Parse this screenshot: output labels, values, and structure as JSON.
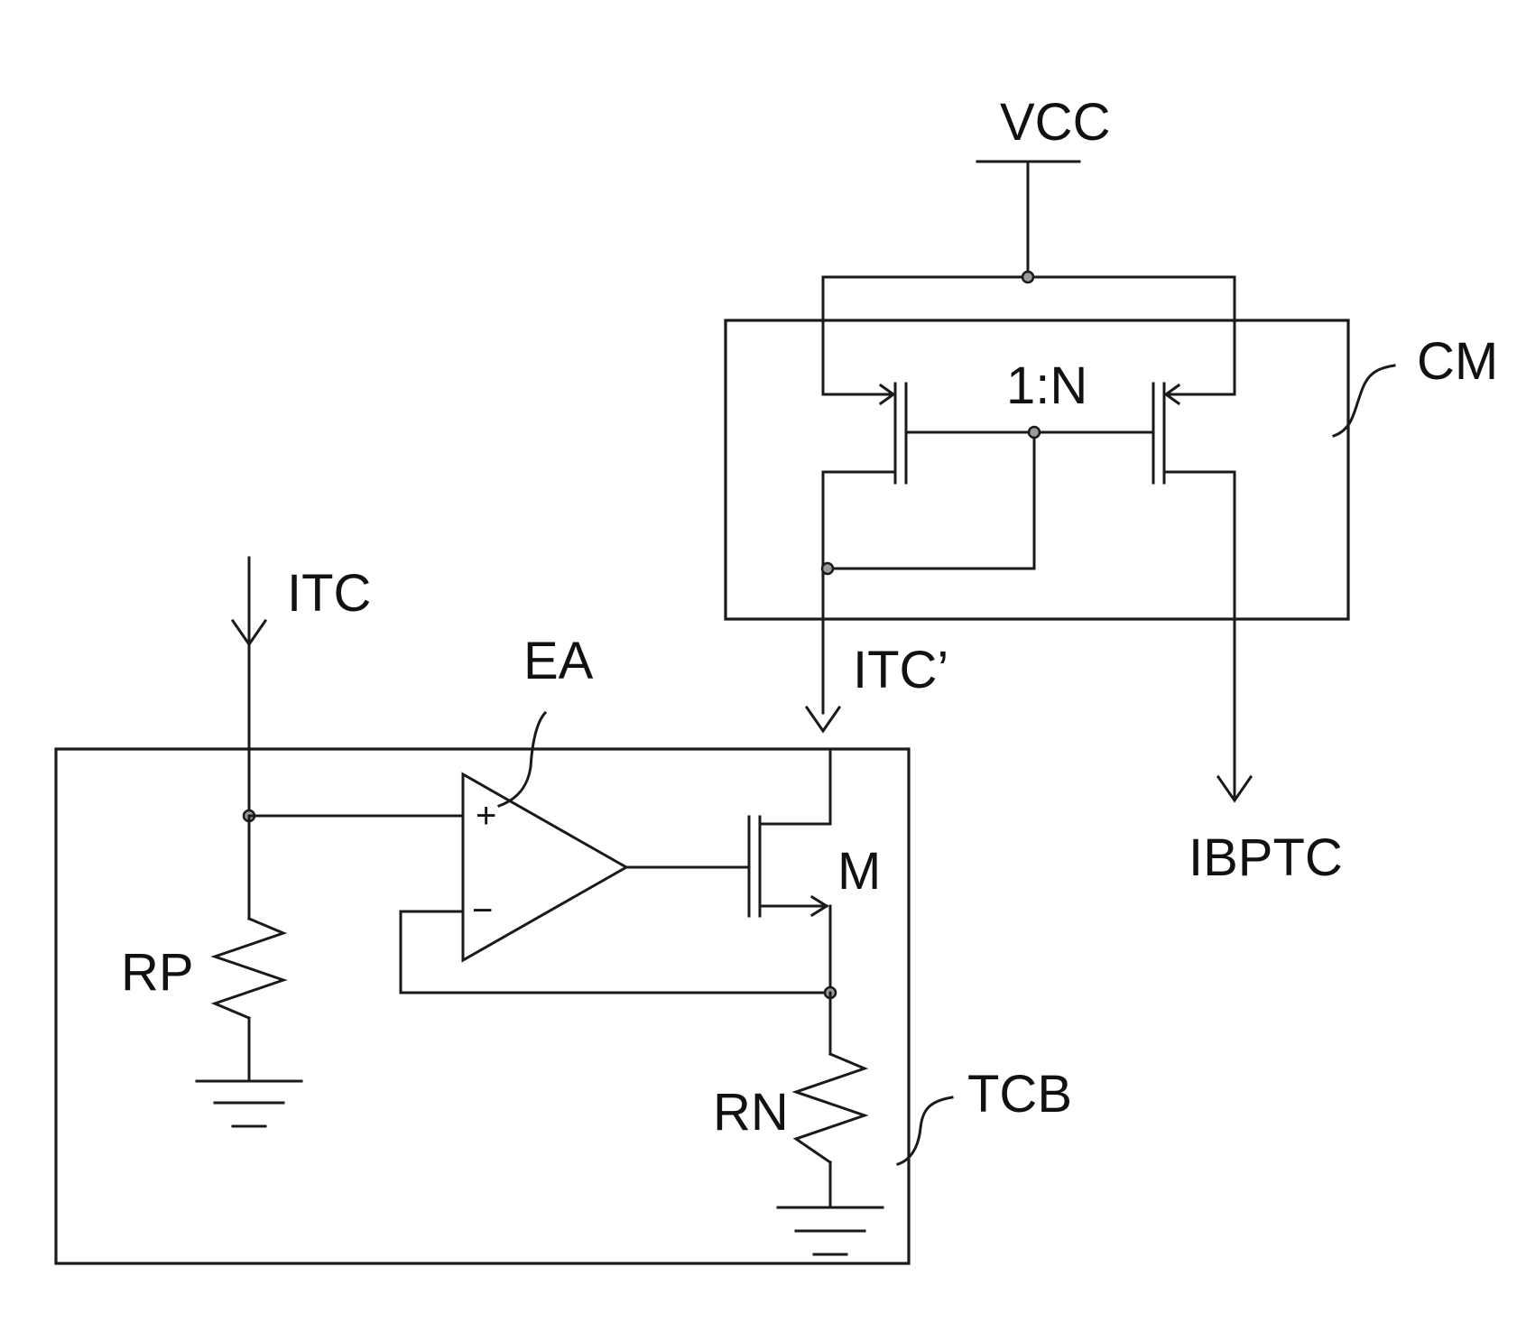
{
  "labels": {
    "vcc": "VCC",
    "cm": "CM",
    "ratio": "1:N",
    "itc": "ITC",
    "itc_prime": "ITC’",
    "ea": "EA",
    "ibptc": "IBPTC",
    "m": "M",
    "rp": "RP",
    "rn": "RN",
    "tcb": "TCB",
    "plus": "+",
    "minus": "−"
  }
}
